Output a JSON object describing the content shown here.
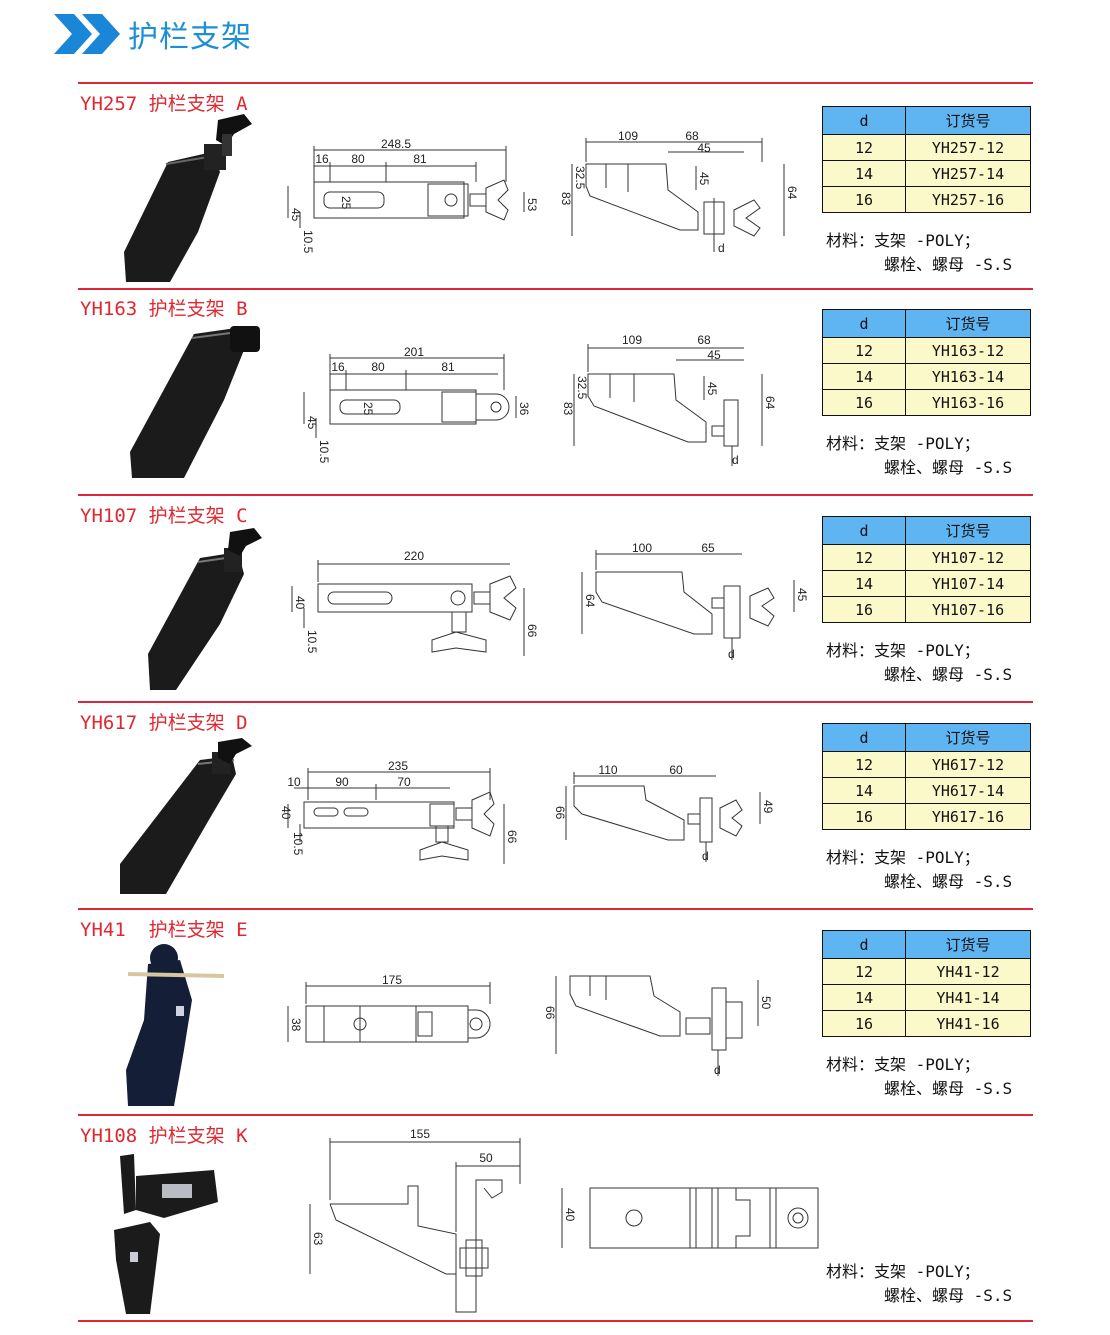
{
  "header": {
    "title": "护栏支架"
  },
  "table_headers": {
    "d": "d",
    "order": "订货号"
  },
  "material": {
    "line1": "材料：支架 -POLY；",
    "line2": "螺栓、螺母 -S.S"
  },
  "sections": [
    {
      "title": "YH257 护栏支架 A",
      "rows": [
        {
          "d": "12",
          "order": "YH257-12"
        },
        {
          "d": "14",
          "order": "YH257-14"
        },
        {
          "d": "16",
          "order": "YH257-16"
        }
      ],
      "dims_top": {
        "total": "248.5",
        "a": "16",
        "b": "80",
        "c": "81",
        "h1": "45",
        "h2": "10.5",
        "w": "25",
        "r": "53"
      },
      "dims_side": {
        "a": "109",
        "b": "68",
        "c": "45",
        "h1": "32.5",
        "h2": "83",
        "h3": "45",
        "h4": "64",
        "d": "d"
      }
    },
    {
      "title": "YH163 护栏支架 B",
      "rows": [
        {
          "d": "12",
          "order": "YH163-12"
        },
        {
          "d": "14",
          "order": "YH163-14"
        },
        {
          "d": "16",
          "order": "YH163-16"
        }
      ],
      "dims_top": {
        "total": "201",
        "a": "16",
        "b": "80",
        "c": "81",
        "h1": "45",
        "h2": "10.5",
        "w": "25",
        "r": "36"
      },
      "dims_side": {
        "a": "109",
        "b": "68",
        "c": "45",
        "h1": "32.5",
        "h2": "83",
        "h3": "45",
        "h4": "64",
        "d": "d"
      }
    },
    {
      "title": "YH107 护栏支架 C",
      "rows": [
        {
          "d": "12",
          "order": "YH107-12"
        },
        {
          "d": "14",
          "order": "YH107-14"
        },
        {
          "d": "16",
          "order": "YH107-16"
        }
      ],
      "dims_top": {
        "total": "220",
        "h1": "40",
        "h2": "10.5",
        "r": "66"
      },
      "dims_side": {
        "a": "100",
        "b": "65",
        "h1": "64",
        "h2": "45",
        "d": "d"
      }
    },
    {
      "title": "YH617 护栏支架 D",
      "rows": [
        {
          "d": "12",
          "order": "YH617-12"
        },
        {
          "d": "14",
          "order": "YH617-14"
        },
        {
          "d": "16",
          "order": "YH617-16"
        }
      ],
      "dims_top": {
        "total": "235",
        "a": "10",
        "b": "90",
        "c": "70",
        "h1": "40",
        "h2": "10.5",
        "r": "66"
      },
      "dims_side": {
        "a": "110",
        "b": "60",
        "h1": "66",
        "h2": "49",
        "d": "d"
      }
    },
    {
      "title": "YH41  护栏支架 E",
      "rows": [
        {
          "d": "12",
          "order": "YH41-12"
        },
        {
          "d": "14",
          "order": "YH41-14"
        },
        {
          "d": "16",
          "order": "YH41-16"
        }
      ],
      "dims_top": {
        "total": "175",
        "h1": "38"
      },
      "dims_side": {
        "h1": "66",
        "h2": "50",
        "d": "d"
      }
    },
    {
      "title": "YH108 护栏支架 K",
      "dims_side": {
        "a": "155",
        "b": "50",
        "h1": "63"
      },
      "dims_top": {
        "h1": "40"
      }
    }
  ]
}
